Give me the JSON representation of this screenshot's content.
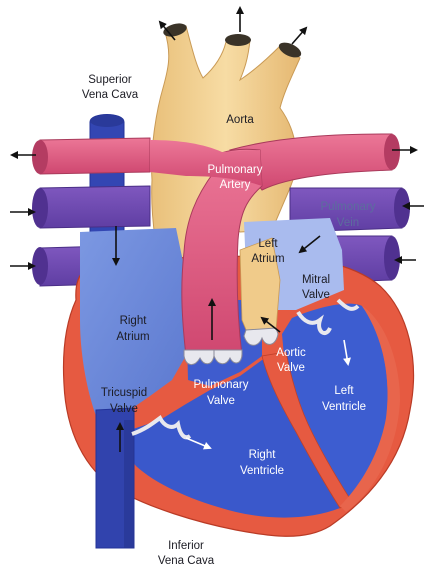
{
  "labels": {
    "superior_vena_cava": [
      "Superior",
      "Vena Cava"
    ],
    "aorta": "Aorta",
    "pulmonary_artery": [
      "Pulmonary",
      "Artery"
    ],
    "pulmonary_vein": [
      "Pulmonary",
      "Vein"
    ],
    "left_atrium": [
      "Left",
      "Atrium"
    ],
    "mitral_valve": [
      "Mitral",
      "Valve"
    ],
    "right_atrium": [
      "Right",
      "Atrium"
    ],
    "aortic_valve": [
      "Aortic",
      "Valve"
    ],
    "pulmonary_valve": [
      "Pulmonary",
      "Valve"
    ],
    "left_ventricle": [
      "Left",
      "Ventricle"
    ],
    "tricuspid_valve": [
      "Tricuspid",
      "Valve"
    ],
    "right_ventricle": [
      "Right",
      "Ventricle"
    ],
    "inferior_vena_cava": [
      "Inferior",
      "Vena Cava"
    ]
  },
  "colors": {
    "aorta": "#f1cf8f",
    "oxygenated_vessel": "#df5a7f",
    "deoxygenated_vessel": "#3a4fb8",
    "vena_cava": "#3243b0",
    "right_atrium": "#6b88d8",
    "left_atrium": "#9eb1ea",
    "ventricle_chamber": "#3b5bcf",
    "myocardium": "#e4573f",
    "pulmonary_vein": "#6d4fb0",
    "valve": "#e8e8ee",
    "background": "#ffffff"
  }
}
